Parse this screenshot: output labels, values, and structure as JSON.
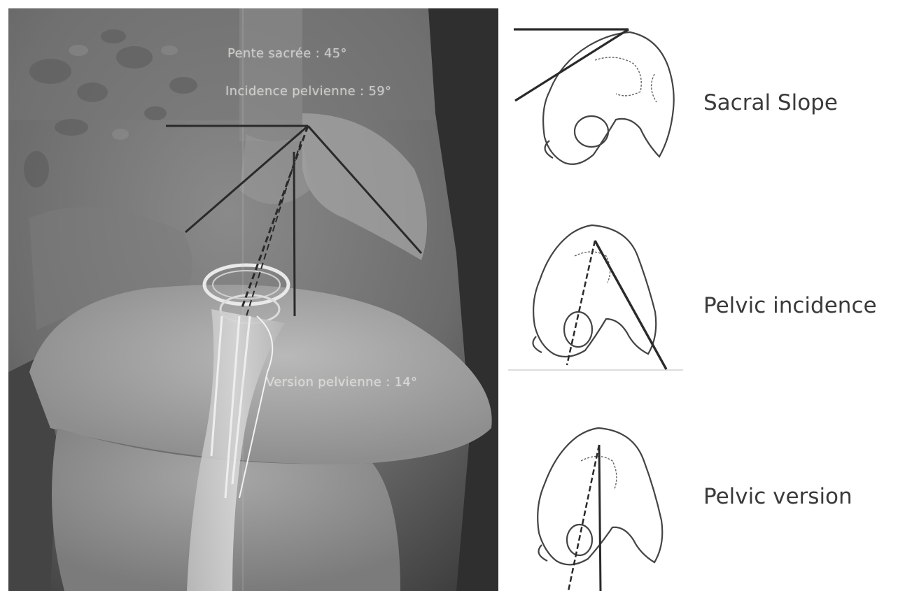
{
  "xray": {
    "annotations": {
      "sacral_slope": "Pente sacrée : 45°",
      "pelvic_incidence": "Incidence pelvienne : 59°",
      "pelvic_version": "Version pelvienne : 14°"
    }
  },
  "schematics": [
    {
      "label": "Sacral Slope"
    },
    {
      "label": "Pelvic incidence"
    },
    {
      "label": "Pelvic version"
    }
  ]
}
